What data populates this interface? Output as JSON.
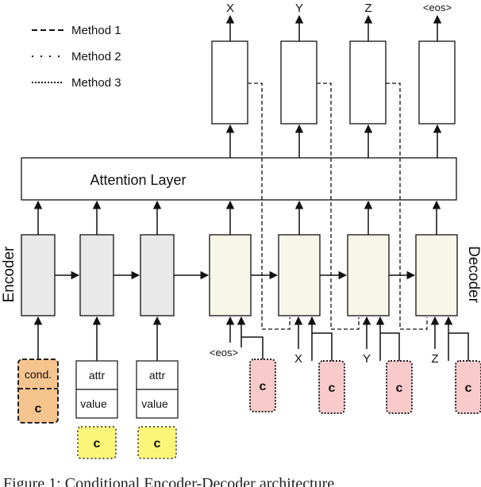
{
  "legend": [
    {
      "label": "Method 1",
      "style": "dashed"
    },
    {
      "label": "Method 2",
      "style": "dotted"
    },
    {
      "label": "Method 3",
      "style": "dense-dotted"
    }
  ],
  "attention_label": "Attention Layer",
  "encoder_label": "Encoder",
  "decoder_label": "Decoder",
  "outputs": [
    "X",
    "Y",
    "Z",
    "<eos>"
  ],
  "decoder_inputs": [
    "<eos>",
    "X",
    "Y",
    "Z"
  ],
  "cond_box": {
    "top": "cond.",
    "bottom": "c"
  },
  "attr_boxes": [
    {
      "attr": "attr",
      "value": "value",
      "c": "c"
    },
    {
      "attr": "attr",
      "value": "value",
      "c": "c"
    }
  ],
  "decoder_c_label": "c",
  "caption": "Figure 1: Conditional Encoder-Decoder architecture",
  "colors": {
    "encoder_cell": "#e9e9e9",
    "decoder_cell": "#f8f6e8",
    "cond_box": "#f6c48e",
    "attr_c_box": "#fbf57a",
    "decoder_c_box": "#f8caca",
    "line": "#111111"
  }
}
